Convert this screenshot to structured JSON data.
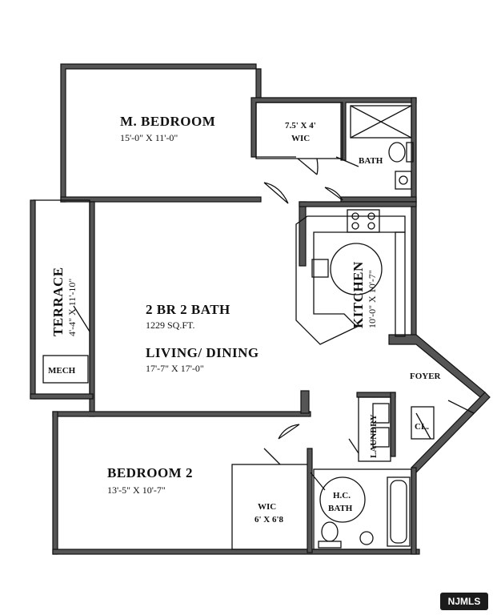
{
  "rooms": {
    "master_bedroom": {
      "name": "M. BEDROOM",
      "dims": "15'-0\" X 11'-0\""
    },
    "master_wic": {
      "size": "7.5' X 4'",
      "name": "WIC"
    },
    "master_bath": {
      "name": "BATH"
    },
    "kitchen": {
      "name": "KITCHEN",
      "dims": "10'-0\" X 10'-7\""
    },
    "terrace": {
      "name": "TERRACE",
      "dims": "4'-4\" X 11'-10\""
    },
    "mech": {
      "name": "MECH"
    },
    "unit": {
      "type": "2 BR 2 BATH",
      "area": "1229 SQ.FT."
    },
    "living_dining": {
      "name": "LIVING/ DINING",
      "dims": "17'-7\" X 17'-0\""
    },
    "foyer": {
      "name": "FOYER"
    },
    "laundry": {
      "name": "LAUNDRY"
    },
    "closet": {
      "name": "CL."
    },
    "bedroom2": {
      "name": "BEDROOM 2",
      "dims": "13'-5\" X 10'-7\""
    },
    "bedroom2_wic": {
      "name": "WIC",
      "size": "6' X 6'8"
    },
    "hc_bath": {
      "line1": "H.C.",
      "line2": "BATH"
    }
  },
  "logo": {
    "text": "NJMLS"
  }
}
